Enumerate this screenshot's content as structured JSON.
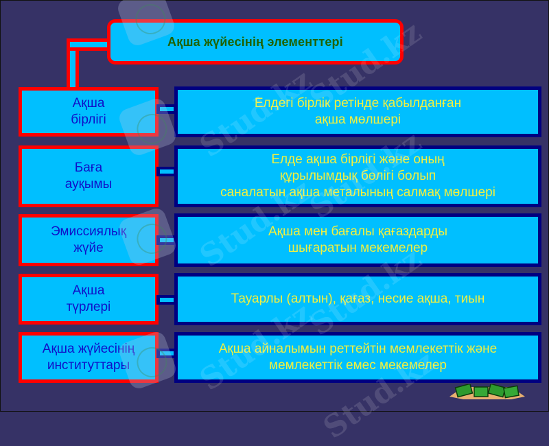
{
  "diagram": {
    "title": "Ақша жүйесінің элементтері",
    "colors": {
      "background": "#363266",
      "box_fill": "#00BFFF",
      "left_border": "#FF0000",
      "right_border": "#000080",
      "title_text": "#1F6200",
      "left_text": "#1010C8",
      "right_text": "#F0F040"
    },
    "rows": [
      {
        "term": "Ақша\nбірлігі",
        "definition": "Елдегі бірлік ретінде қабылданған\nақша мөлшері"
      },
      {
        "term": "Баға\nауқымы",
        "definition": "Елде ақша бірлігі және оның\nқұрылымдық бөлігі болып\nсаналатын ақша металының салмақ мөлшері"
      },
      {
        "term": "Эмиссиялық\nжүйе",
        "definition": "Ақша мен бағалы қағаздарды\nшығаратын мекемелер"
      },
      {
        "term": "Ақша\nтүрлері",
        "definition": "Тауарлы (алтын), қағаз, несие ақша, тиын"
      },
      {
        "term": "Ақша жүйесінің\nинституттары",
        "definition": "Ақша айналымын реттейтін мемлекеттік және\nмемлекеттік емес мекемелер"
      }
    ]
  },
  "watermark": {
    "text": "Stud.kz"
  }
}
